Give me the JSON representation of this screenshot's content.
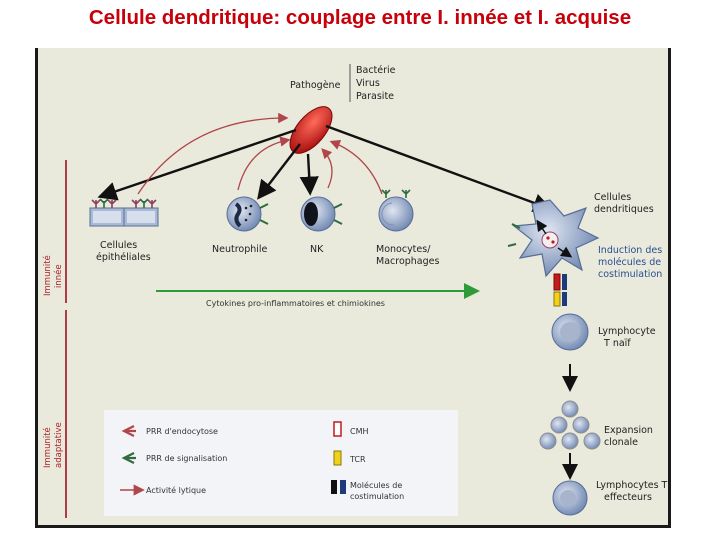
{
  "title": "Cellule dendritique: couplage entre I. innée et I. acquise",
  "pathogen": {
    "label": "Pathogène",
    "types": [
      "Bactérie",
      "Virus",
      "Parasite"
    ]
  },
  "cells": {
    "epithelial": [
      "Cellules",
      "épithéliales"
    ],
    "neutrophil": "Neutrophile",
    "nk": "NK",
    "monocytes": [
      "Monocytes/",
      "Macrophages"
    ],
    "dendritic": [
      "Cellules",
      "dendritiques"
    ],
    "costim": [
      "Induction des",
      "molécules de",
      "costimulation"
    ],
    "t_naive": [
      "Lymphocyte",
      "T naïf"
    ],
    "expansion": [
      "Expansion",
      "clonale"
    ],
    "t_effector": [
      "Lymphocytes T",
      "effecteurs"
    ]
  },
  "cytokines": "Cytokines pro-inflammatoires et chimiokines",
  "side_labels": {
    "innate": [
      "Immunité",
      "innée"
    ],
    "adaptive": [
      "Immunité",
      "adaptative"
    ]
  },
  "legend": {
    "prr_endocytosis": "PRR d'endocytose",
    "prr_signaling": "PRR de signalisation",
    "lytic": "Activité lytique",
    "cmh": "CMH",
    "tcr": "TCR",
    "costim_molecules": [
      "Molécules de",
      "costimulation"
    ]
  },
  "colors": {
    "title": "#c8000a",
    "pathogen": "#c41a1a",
    "lytic_arrow": "#b0454a",
    "cytokine_arrow": "#2e9a3a",
    "prr_endocytosis": "#b0454a",
    "prr_signaling": "#2f6b3c",
    "cell_blue": "#8ea5c8",
    "side_line": "#a01020"
  }
}
